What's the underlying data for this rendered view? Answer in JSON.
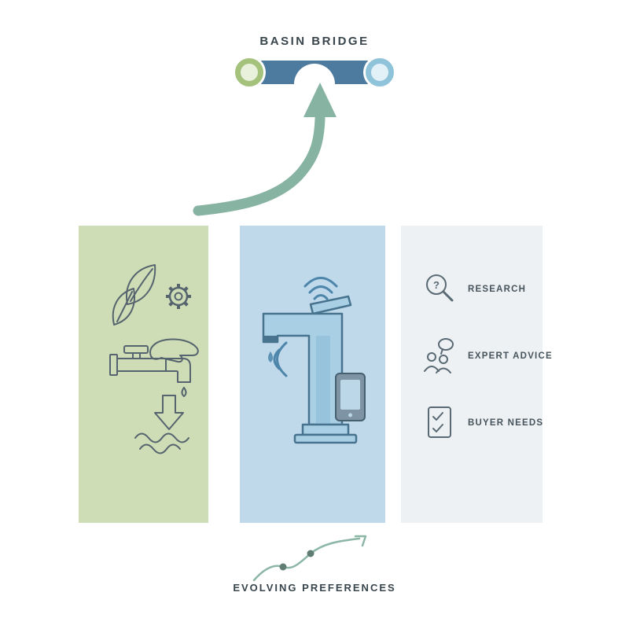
{
  "title": "BASIN BRIDGE",
  "bridge_icon": {
    "left_circle_color": "#a4c27c",
    "right_circle_color": "#8fc3da",
    "span_color": "#4d7ba0"
  },
  "flow_arrow_color": "#87b3a2",
  "panels": {
    "sustainability": {
      "bg": "#cfddb6",
      "icons": [
        "leaves-icon",
        "gear-icon",
        "hand-over-faucet-icon",
        "down-arrow-icon",
        "water-waves-icon"
      ]
    },
    "smart_faucet": {
      "bg": "#bfd9ea",
      "icons": [
        "wifi-signal-top-icon",
        "wifi-signal-side-icon",
        "smart-faucet-icon",
        "smartphone-icon"
      ]
    },
    "consumer": {
      "bg": "#edf1f3",
      "items": [
        {
          "icon": "research-magnifier-icon",
          "label": "RESEARCH"
        },
        {
          "icon": "expert-advice-people-icon",
          "label": "EXPERT ADVICE"
        },
        {
          "icon": "buyer-needs-checklist-icon",
          "label": "BUYER NEEDS"
        }
      ]
    }
  },
  "footer": {
    "label": "EVOLVING PREFERENCES",
    "trend_color": "#8cb6a6"
  },
  "icon_stroke_color": "#55646e",
  "text_color": "#47545c"
}
